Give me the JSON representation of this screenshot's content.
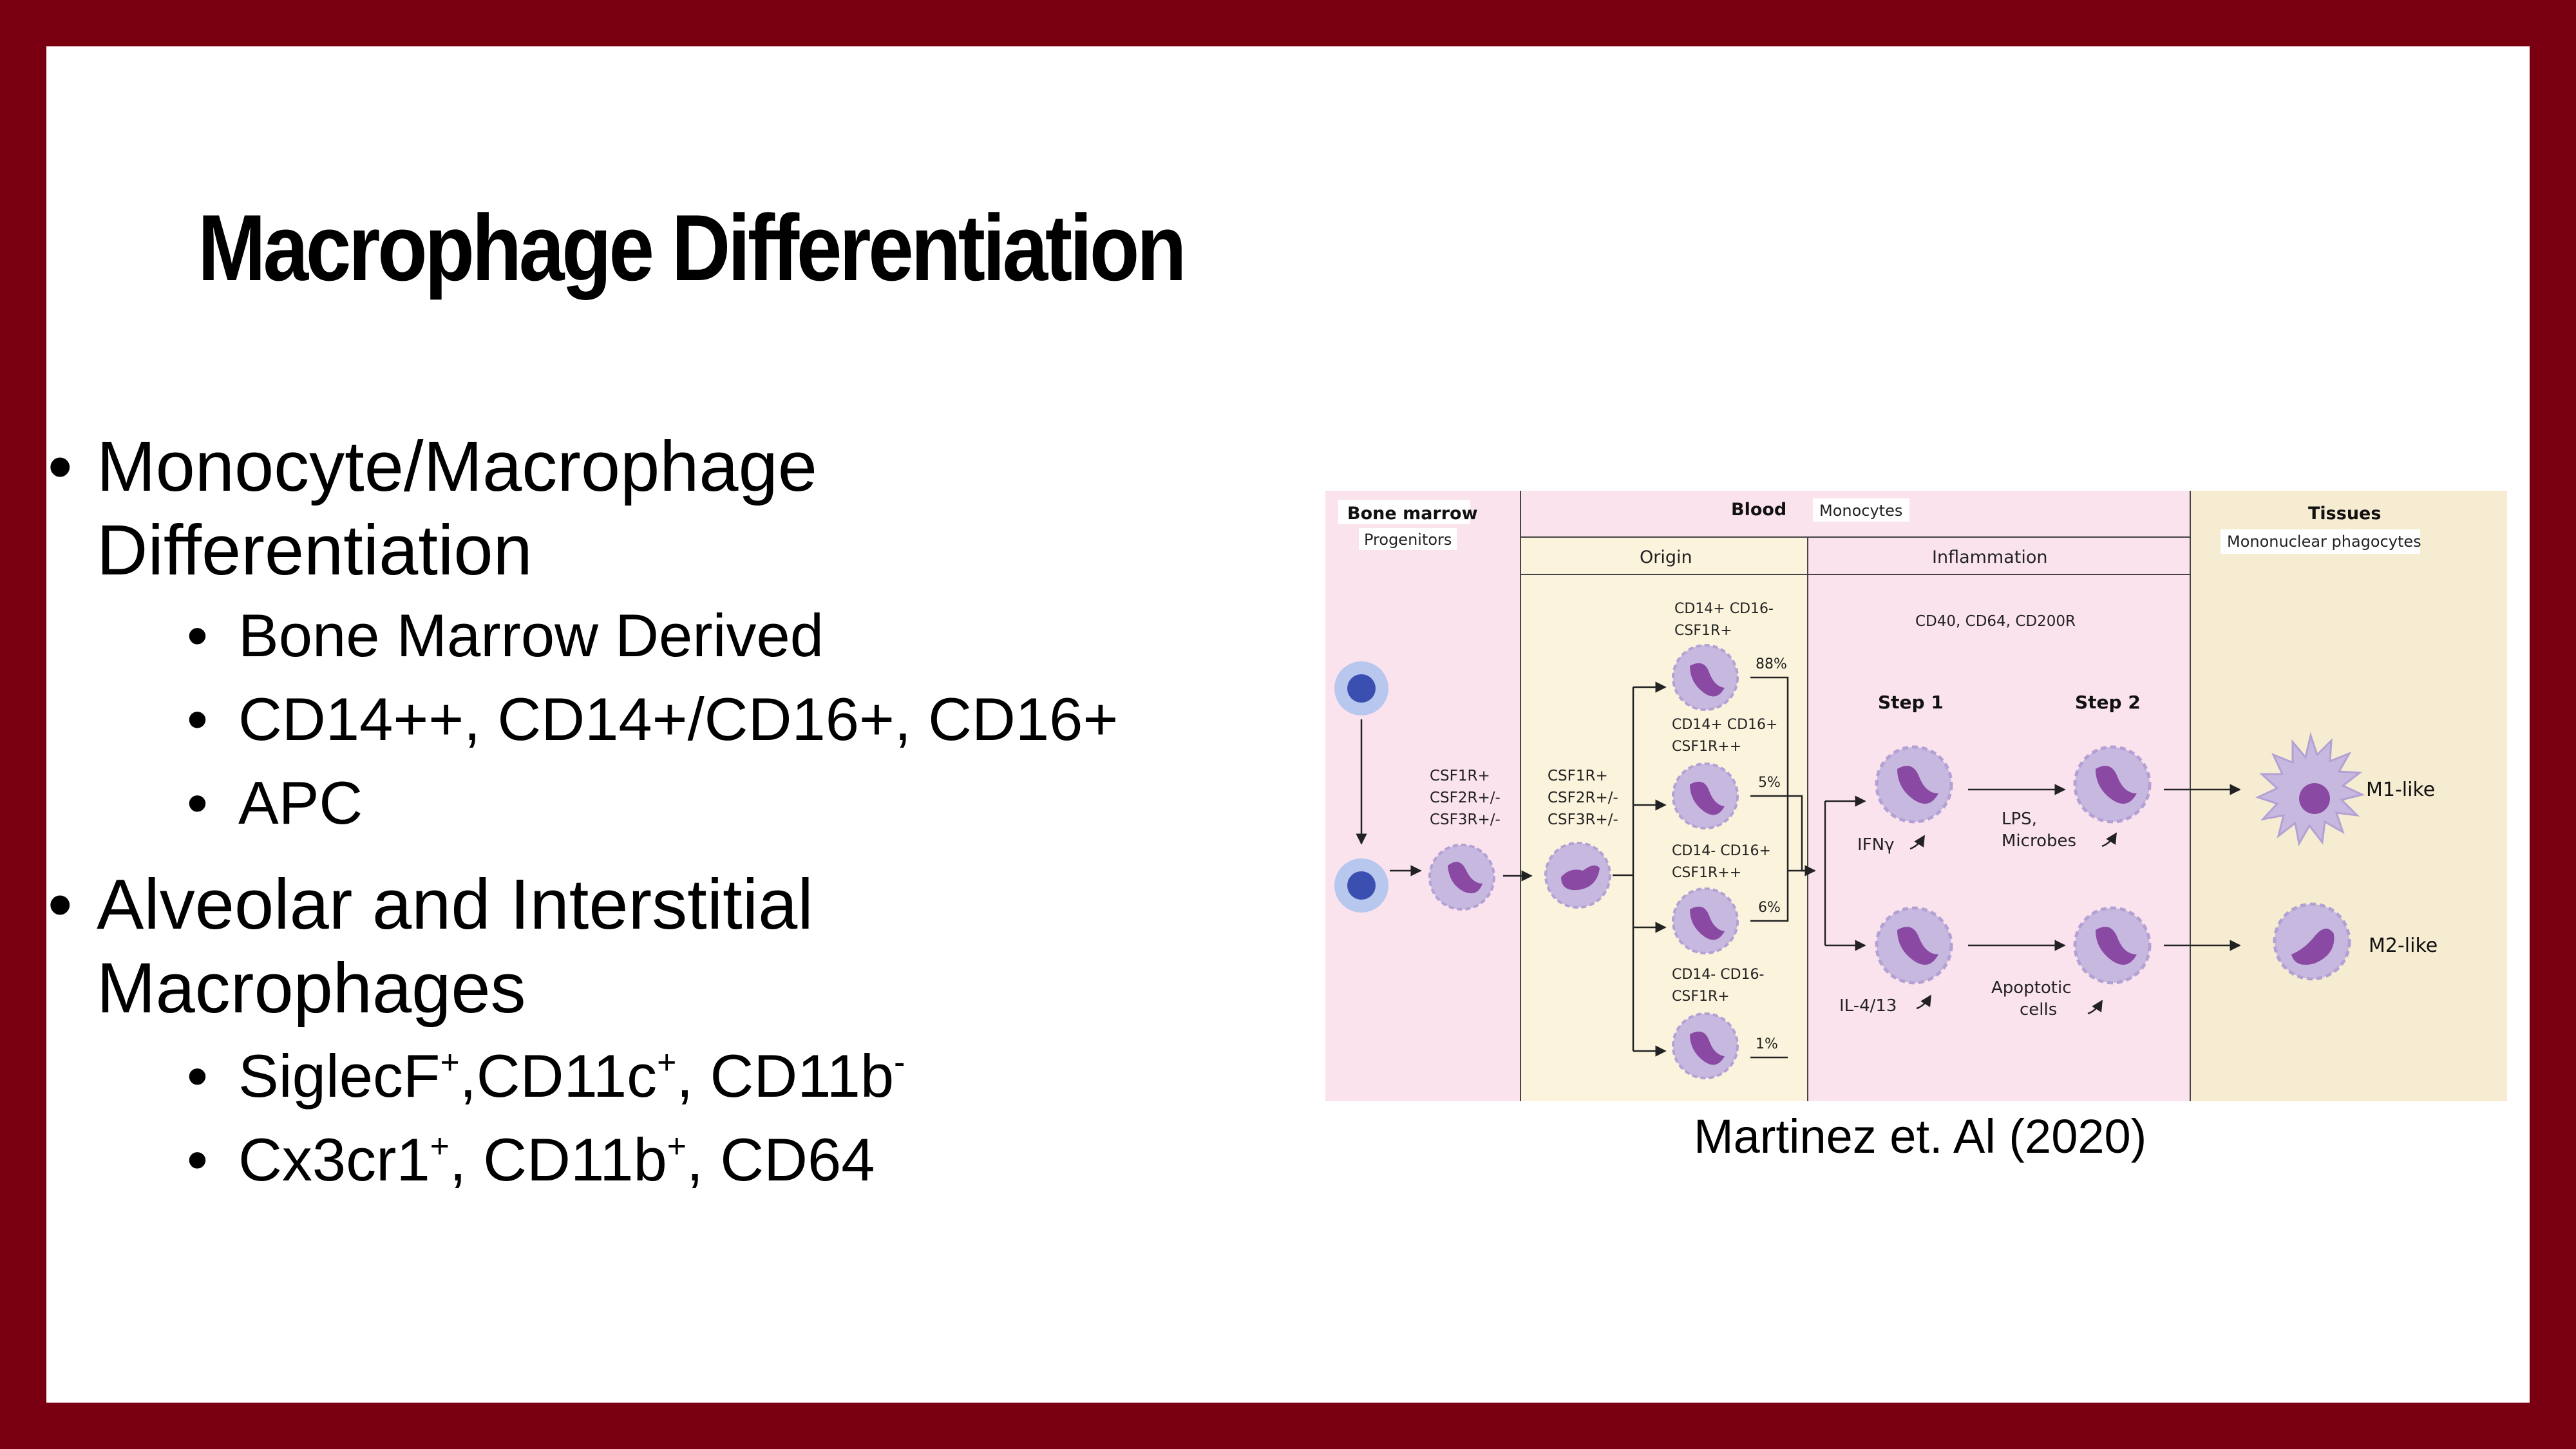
{
  "slide": {
    "title": "Macrophage Differentiation",
    "bullets": [
      {
        "line1": "Monocyte/Macrophage",
        "line2": "Differentiation",
        "sub": [
          "Bone Marrow Derived",
          "CD14++, CD14+/CD16+, CD16+",
          "APC"
        ]
      },
      {
        "line1": "Alveolar and Interstitial",
        "line2": "Macrophages"
      }
    ],
    "sub2": [
      {
        "parts": [
          "SiglecF",
          "+",
          ",CD11c",
          "+",
          ", CD11b",
          "-"
        ]
      },
      {
        "parts": [
          "Cx3cr1",
          "+",
          ", CD11b",
          "+",
          ", CD64"
        ]
      }
    ],
    "caption": "Martinez et. Al (2020)"
  },
  "figure": {
    "bone_marrow": "Bone marrow",
    "progenitors": "Progenitors",
    "blood": "Blood",
    "monocytes": "Monocytes",
    "origin": "Origin",
    "inflammation": "Inflammation",
    "tissues": "Tissues",
    "mononuclear": "Mononuclear phagocytes",
    "markers_a": [
      "CSF1R+",
      "CSF2R+/-",
      "CSF3R+/-"
    ],
    "markers_b": [
      "CSF1R+",
      "CSF2R+/-",
      "CSF3R+/-"
    ],
    "sub1_l1": "CD14+ CD16-",
    "sub1_l2": "CSF1R+",
    "pct1": "88%",
    "sub2_l1": "CD14+ CD16+",
    "sub2_l2": "CSF1R++",
    "pct2": "5%",
    "sub3_l1": "CD14- CD16+",
    "sub3_l2": "CSF1R++",
    "pct3": "6%",
    "sub4_l1": "CD14- CD16-",
    "sub4_l2": "CSF1R+",
    "pct4": "1%",
    "inflam_markers": "CD40, CD64, CD200R",
    "step1": "Step 1",
    "step2": "Step 2",
    "ifn": "IFNγ",
    "lps_l1": "LPS,",
    "lps_l2": "Microbes",
    "il4": "IL-4/13",
    "apop_l1": "Apoptotic",
    "apop_l2": "cells",
    "m1": "M1-like",
    "m2": "M2-like",
    "colors": {
      "pink": "#fbe3ee",
      "cream": "#fbf3dc",
      "tan": "#f6ecd1",
      "cell": "#c7b8e0",
      "nucleus": "#8a4aa3"
    }
  }
}
